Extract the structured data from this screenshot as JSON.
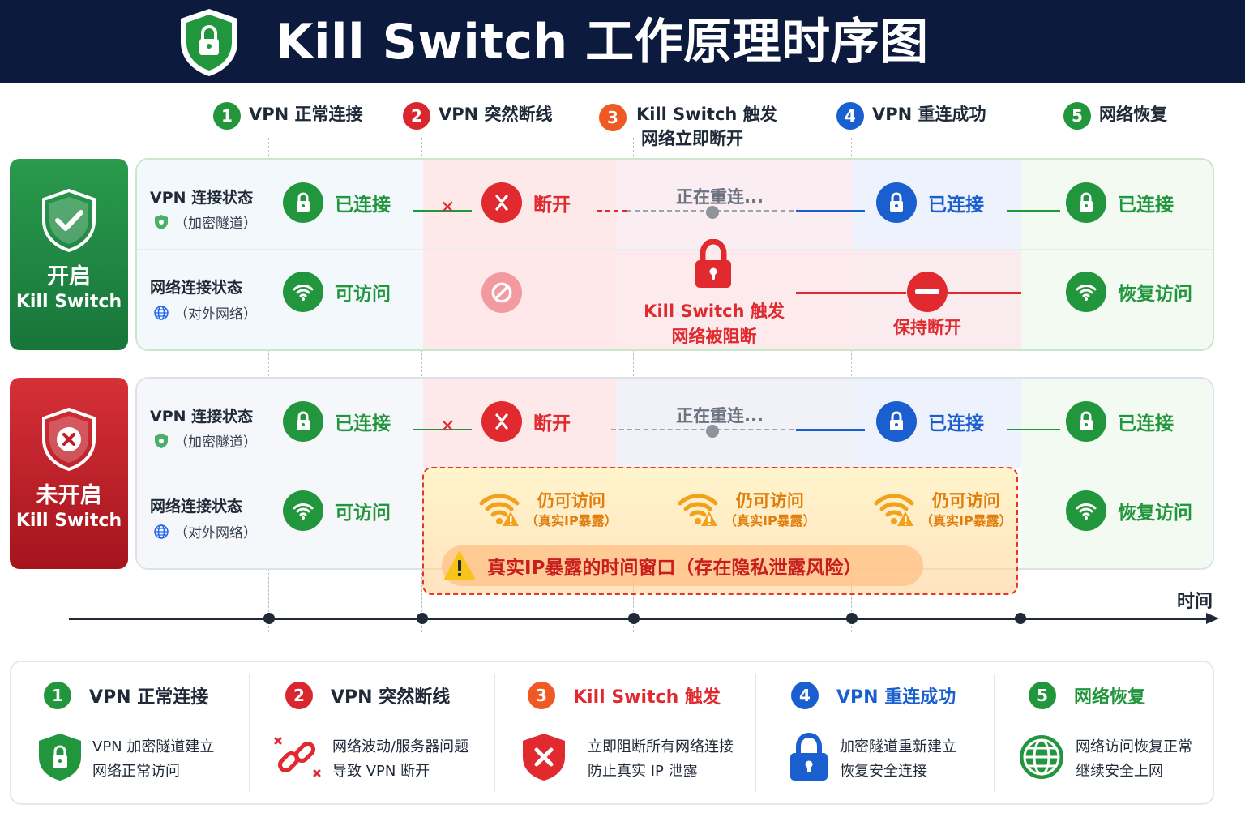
{
  "header": {
    "title": "Kill Switch 工作原理时序图"
  },
  "steps": [
    {
      "num": "1",
      "label": "VPN 正常连接",
      "color": "#22963d"
    },
    {
      "num": "2",
      "label": "VPN 突然断线",
      "color": "#d9262f"
    },
    {
      "num": "3",
      "label": "Kill Switch 触发",
      "label2": "网络立即断开",
      "color": "#ef5a24"
    },
    {
      "num": "4",
      "label": "VPN 重连成功",
      "color": "#1a5fd0"
    },
    {
      "num": "5",
      "label": "网络恢复",
      "color": "#22963d"
    }
  ],
  "badges": {
    "on": {
      "line1": "开启",
      "line2": "Kill Switch",
      "icon": "shield-check-icon"
    },
    "off": {
      "line1": "未开启",
      "line2": "Kill Switch",
      "icon": "shield-x-icon"
    }
  },
  "rows": {
    "vpn_title": "VPN 连接状态",
    "vpn_sub": "（加密隧道）",
    "net_title": "网络连接状态",
    "net_sub": "（对外网络）"
  },
  "status": {
    "connected": "已连接",
    "disconnected": "断开",
    "reconnecting": "正在重连...",
    "accessible": "可访问",
    "restored": "恢复访问",
    "blocked_line1": "Kill Switch 触发",
    "blocked_line2": "网络被阻断",
    "keep_off": "保持断开",
    "still_access": "仍可访问",
    "ip_exposed": "（真实IP暴露）"
  },
  "exposure_warning": "真实IP暴露的时间窗口（存在隐私泄露风险）",
  "axis_label": "时间",
  "legend": [
    {
      "num": "1",
      "title": "VPN 正常连接",
      "line1": "VPN 加密隧道建立",
      "line2": "网络正常访问",
      "icon": "shield-lock-icon",
      "color": "#22963d",
      "title_color": "#1f2937"
    },
    {
      "num": "2",
      "title": "VPN 突然断线",
      "line1": "网络波动/服务器问题",
      "line2": "导致 VPN 断开",
      "icon": "broken-link-icon",
      "color": "#d9262f",
      "title_color": "#1f2937"
    },
    {
      "num": "3",
      "title": "Kill Switch 触发",
      "line1": "立即阻断所有网络连接",
      "line2": "防止真实 IP 泄露",
      "icon": "shield-x-icon",
      "color": "#ef5a24",
      "title_color": "#e02a2f"
    },
    {
      "num": "4",
      "title": "VPN 重连成功",
      "line1": "加密隧道重新建立",
      "line2": "恢复安全连接",
      "icon": "padlock-icon",
      "color": "#1a5fd0",
      "title_color": "#1a5fd0"
    },
    {
      "num": "5",
      "title": "网络恢复",
      "line1": "网络访问恢复正常",
      "line2": "继续安全上网",
      "icon": "globe-icon",
      "color": "#22963d",
      "title_color": "#22963d"
    }
  ]
}
